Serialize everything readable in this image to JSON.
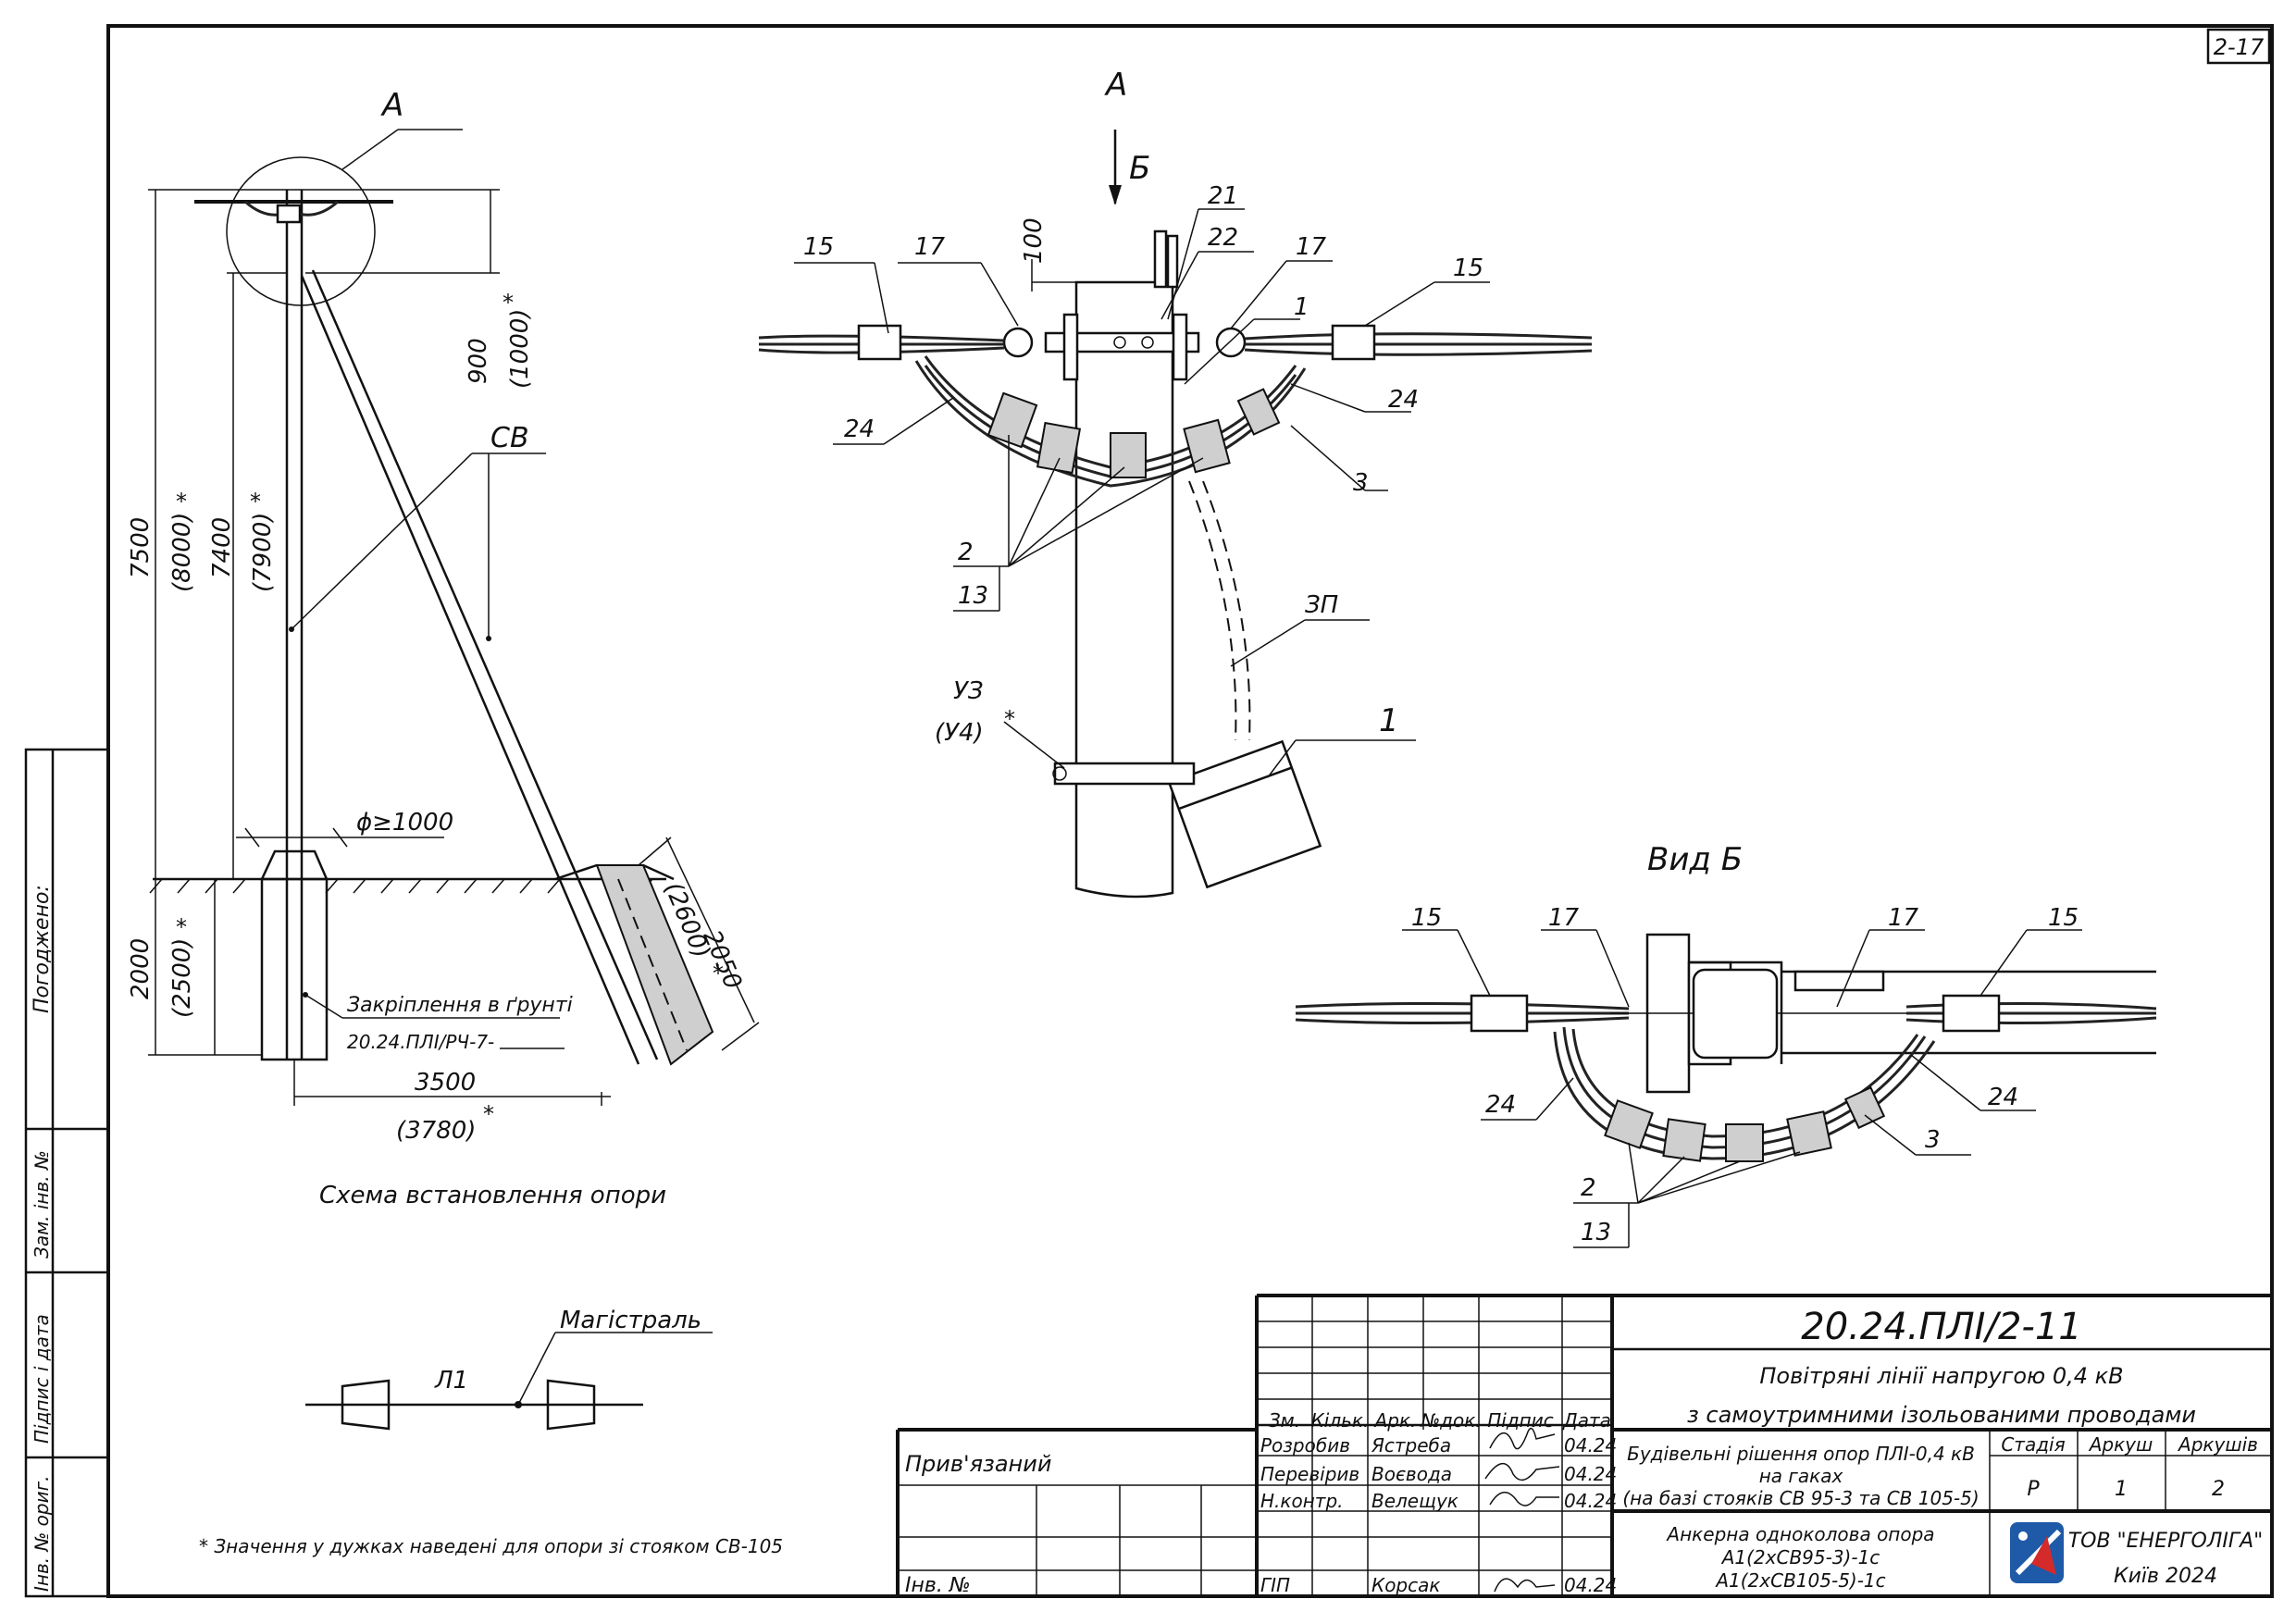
{
  "sheet": {
    "number": "2-17"
  },
  "side_panel": {
    "agreed": "Погоджено:",
    "repl_inv": "Зам. інв. №",
    "sign_date": "Підпис і дата",
    "orig_inv": "Інв. № ориг."
  },
  "left_view": {
    "section_mark": "А",
    "pole_label": "СВ",
    "dim_900": "900",
    "dim_900_alt": "(1000)",
    "dim_7500": "7500",
    "dim_7500_alt": "(8000)",
    "dim_7400": "7400",
    "dim_7400_alt": "(7900)",
    "dim_diameter": "ϕ≥1000",
    "dim_2000": "2000",
    "dim_2000_alt": "(2500)",
    "dim_2050": "2050",
    "dim_2600": "(2600)",
    "ground_fix_label": "Закріплення в ґрунті",
    "ground_fix_doc": "20.24.ПЛІ/РЧ-7-",
    "dim_3500": "3500",
    "dim_3780": "(3780)",
    "asterisk": "*",
    "caption": "Схема встановлення опори"
  },
  "detail_a": {
    "title": "А",
    "view_arrow": "Б",
    "dim_100": "100",
    "labels": {
      "l15a": "15",
      "l17a": "17",
      "l21": "21",
      "l22": "22",
      "l17b": "17",
      "l1a": "1",
      "l15b": "15",
      "l24a": "24",
      "l24b": "24",
      "l3": "3",
      "l2": "2",
      "l13": "13",
      "l3p": "ЗП",
      "luz": "УЗ",
      "lu4": "(У4)",
      "l1b": "1"
    }
  },
  "view_b": {
    "title": "Вид Б",
    "labels": {
      "l15a": "15",
      "l17a": "17",
      "l17b": "17",
      "l15b": "15",
      "l24a": "24",
      "l24b": "24",
      "l3": "3",
      "l2": "2",
      "l13": "13"
    }
  },
  "scheme": {
    "trunk_label": "Магістраль",
    "line_label": "Л1"
  },
  "footnote": "* Значення у дужках наведені для опори зі стояком СВ-105",
  "title_block": {
    "doc_code": "20.24.ПЛІ/2-11",
    "title_line1": "Повітряні лінії напругою 0,4 кВ",
    "title_line2": "з самоутримними ізольованими проводами",
    "subtitle_line1": "Будівельні рішення опор ПЛІ-0,4 кВ",
    "subtitle_line2": "на гаках",
    "subtitle_line3": "(на базі стояків СВ 95-3 та СВ 105-5)",
    "sheet_title_line1": "Анкерна одноколова опора",
    "sheet_title_line2": "А1(2хСВ95-3)-1с",
    "sheet_title_line3": "А1(2хСВ105-5)-1с",
    "head": {
      "zm": "Зм.",
      "kilk": "Кільк.",
      "ark": "Арк.",
      "ndok": "№док.",
      "pidpys": "Підпис",
      "data": "Дата"
    },
    "bound": "Прив'язаний",
    "inv_no": "Інв. №",
    "staff": [
      {
        "role": "Розробив",
        "name": "Ястреба",
        "date": "04.24"
      },
      {
        "role": "Перевірив",
        "name": "Воєвода",
        "date": "04.24"
      },
      {
        "role": "Н.контр.",
        "name": "Велещук",
        "date": "04.24"
      },
      {
        "role": "ГІП",
        "name": "Корсак",
        "date": "04.24"
      }
    ],
    "stage_head": "Стадія",
    "sheet_head": "Аркуш",
    "sheets_head": "Аркушів",
    "stage": "Р",
    "sheet": "1",
    "sheets": "2",
    "company": "ТОВ \"ЕНЕРГОЛІГА\"",
    "city_year": "Київ 2024"
  },
  "colors": {
    "logo_blue": "#1f5aa8",
    "logo_red": "#d42a2a"
  }
}
